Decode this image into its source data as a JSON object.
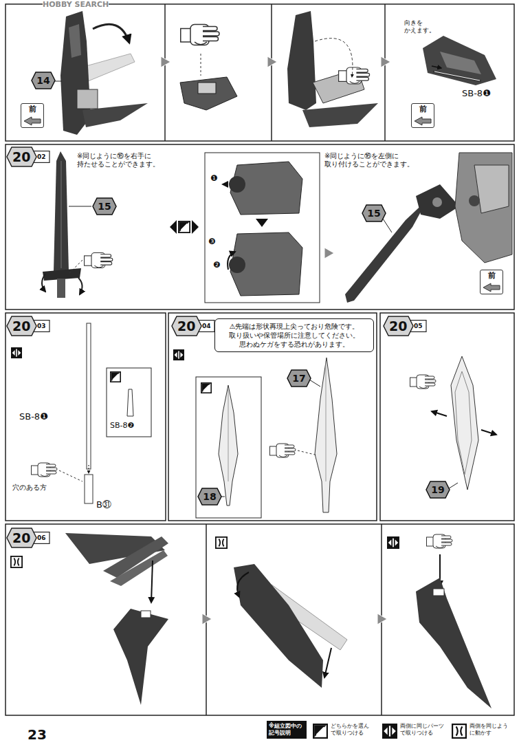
{
  "diagram": {
    "nodes": [
      {
        "text": [
          "14"
        ]
      },
      {
        "text": [
          "前"
        ]
      },
      {
        "text": [
          "前"
        ]
      },
      {
        "text": [
          "20",
          "02"
        ]
      },
      {
        "text": [
          "15"
        ]
      },
      {
        "text": [
          "15"
        ]
      },
      {
        "text": [
          "前"
        ]
      },
      {
        "text": [
          "20",
          "03"
        ]
      },
      {
        "text": [
          "20",
          "04"
        ]
      },
      {
        "text": [
          "⚠先端は形状再現上尖っており危険です。 取り扱いや保管場所に注意してください。 思わぬケガをする恐れがあります。"
        ]
      },
      {
        "text": [
          "17"
        ]
      },
      {
        "text": [
          "18"
        ]
      },
      {
        "text": [
          "20",
          "05"
        ]
      },
      {
        "text": [
          "19"
        ]
      },
      {
        "text": [
          "20",
          "06"
        ]
      },
      {
        "text": [
          "※組立図中の 記号説明"
        ]
      }
    ],
    "labels": [
      "HOBBY SEARCH",
      "向きを かえます。",
      "SB-8❶",
      "※同じように⑯を右手に 持たせることができます。",
      "❶",
      "❸",
      "❷",
      "※同じように⑯を左側に 取り付けることができます。",
      "SB-8❶",
      "SB-8❷",
      "穴のある方",
      "B㉛",
      "23"
    ],
    "legend": [
      {
        "text": "どちらかを選ん で取りつける"
      },
      {
        "text": "両側に同じパーツ で取りつける"
      },
      {
        "text": "両側を同じよう に動かす"
      }
    ]
  }
}
